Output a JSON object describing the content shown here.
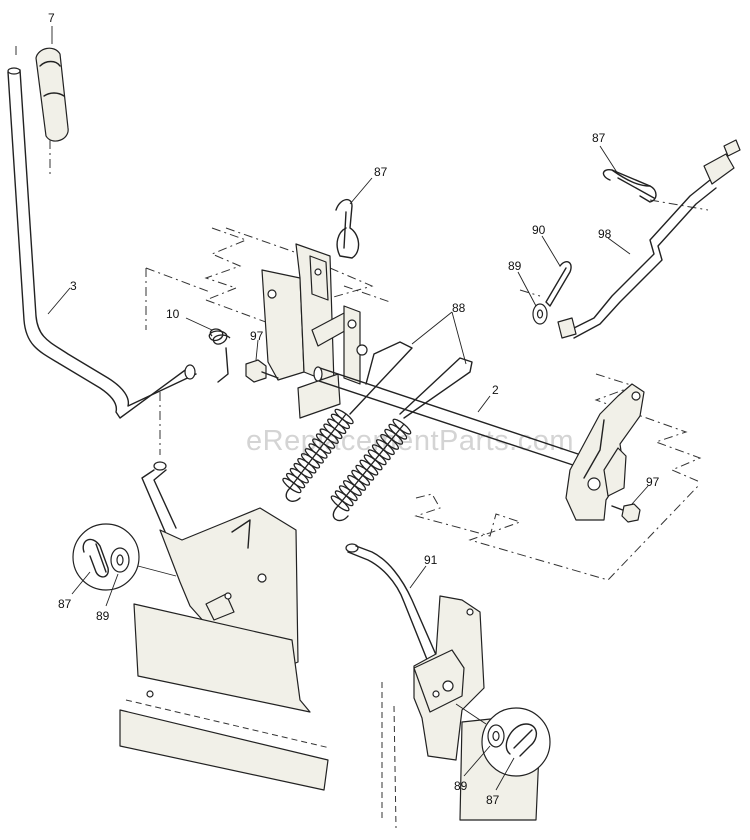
{
  "watermark": "eReplacementParts.com",
  "callouts": {
    "c7": "7",
    "c3": "3",
    "c10": "10",
    "c97a": "97",
    "c87a": "87",
    "c88": "88",
    "c2": "2",
    "c87b": "87",
    "c90": "90",
    "c98": "98",
    "c89a": "89",
    "c97b": "97",
    "c91": "91",
    "c87c": "87",
    "c89b": "89",
    "c89c": "89",
    "c87d": "87"
  }
}
